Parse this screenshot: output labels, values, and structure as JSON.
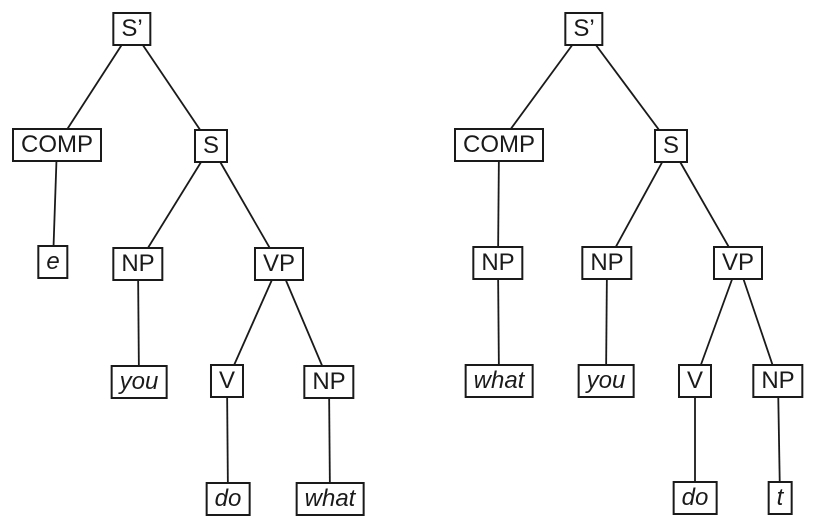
{
  "diagram": {
    "type": "tree",
    "trees": [
      {
        "id": "left",
        "nodes": {
          "s_bar": "S’",
          "comp": "COMP",
          "s": "S",
          "e": "e",
          "np_subject": "NP",
          "vp": "VP",
          "you": "you",
          "v": "V",
          "np_object": "NP",
          "do": "do",
          "what": "what"
        },
        "edges": [
          [
            "S’",
            "COMP"
          ],
          [
            "S’",
            "S"
          ],
          [
            "COMP",
            "e"
          ],
          [
            "S",
            "NP-subject"
          ],
          [
            "S",
            "VP"
          ],
          [
            "NP-subject",
            "you"
          ],
          [
            "VP",
            "V"
          ],
          [
            "VP",
            "NP-object"
          ],
          [
            "V",
            "do"
          ],
          [
            "NP-object",
            "what"
          ]
        ]
      },
      {
        "id": "right",
        "nodes": {
          "s_bar": "S’",
          "comp": "COMP",
          "s": "S",
          "np_comp": "NP",
          "np_subject": "NP",
          "vp": "VP",
          "what": "what",
          "you": "you",
          "v": "V",
          "np_object": "NP",
          "do": "do",
          "t": "t"
        },
        "edges": [
          [
            "S’",
            "COMP"
          ],
          [
            "S’",
            "S"
          ],
          [
            "COMP",
            "NP-comp"
          ],
          [
            "S",
            "NP-subject"
          ],
          [
            "S",
            "VP"
          ],
          [
            "NP-comp",
            "what"
          ],
          [
            "NP-subject",
            "you"
          ],
          [
            "VP",
            "V"
          ],
          [
            "VP",
            "NP-object"
          ],
          [
            "V",
            "do"
          ],
          [
            "NP-object",
            "t"
          ]
        ]
      }
    ]
  }
}
